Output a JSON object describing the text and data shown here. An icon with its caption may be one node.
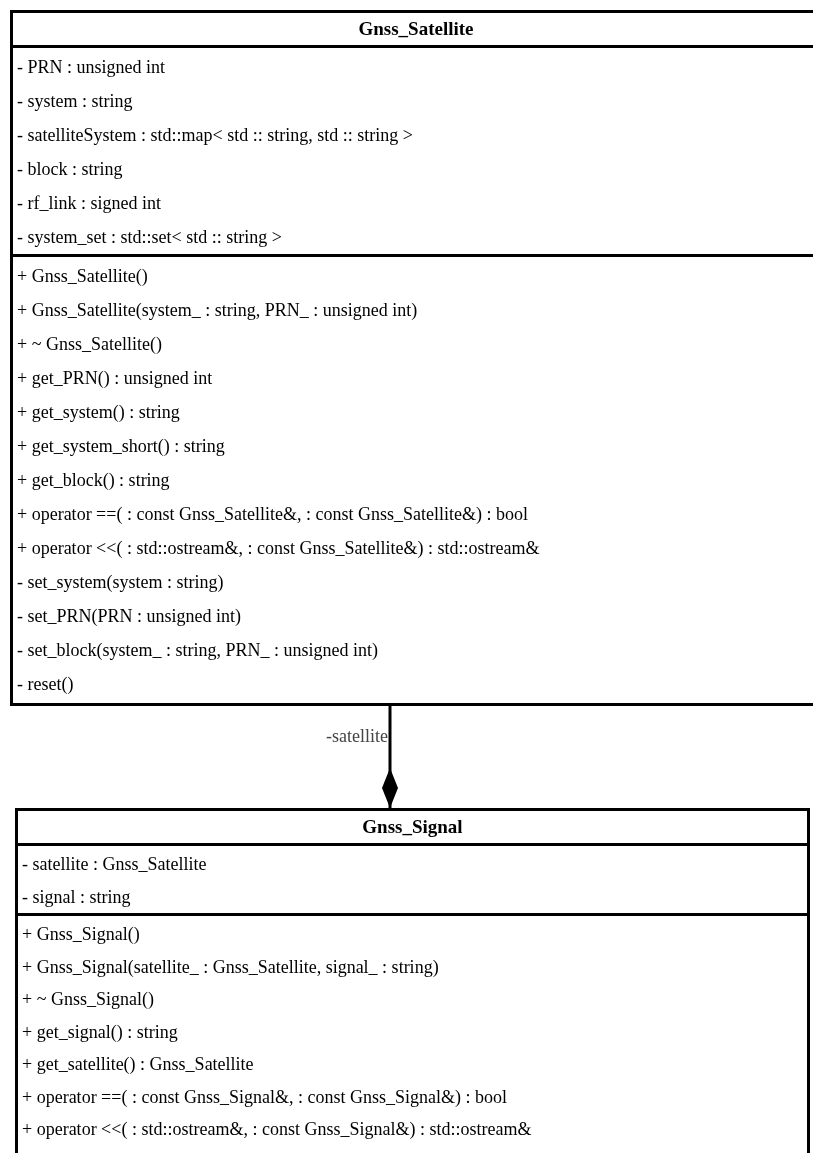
{
  "diagram": {
    "nodes": [
      {
        "text": [
          "Gnss_Satellite"
        ]
      },
      {
        "text": [
          "- PRN : unsigned int",
          "- system : string",
          "- satelliteSystem : std::map< std :: string, std :: string >",
          "- block : string",
          "- rf_link : signed int",
          "- system_set : std::set< std :: string >"
        ],
        "in": 0
      },
      {
        "text": [
          "+ Gnss_Satellite()",
          "+ Gnss_Satellite(system_ : string, PRN_ : unsigned int)",
          "+ ~ Gnss_Satellite()",
          "+ get_PRN() : unsigned int",
          "+ get_system() : string",
          "+ get_system_short() : string",
          "+ get_block() : string",
          "+ operator ==( : const Gnss_Satellite&, : const Gnss_Satellite&) : bool",
          "+ operator <<( : std::ostream&, : const Gnss_Satellite&) : std::ostream&",
          "- set_system(system : string)",
          "- set_PRN(PRN : unsigned int)",
          "- set_block(system_ : string, PRN_ : unsigned int)",
          "- reset()"
        ],
        "in": 0
      },
      {
        "text": [
          "Gnss_Signal"
        ]
      },
      {
        "text": [
          "- satellite : Gnss_Satellite",
          "- signal : string"
        ],
        "in": 3
      },
      {
        "text": [
          "+ Gnss_Signal()",
          "+ Gnss_Signal(satellite_ : Gnss_Satellite, signal_ : string)",
          "+ ~ Gnss_Signal()",
          "+ get_signal() : string",
          "+ get_satellite() : Gnss_Satellite",
          "+ operator ==( : const Gnss_Signal&, : const Gnss_Signal&) : bool",
          "+ operator <<( : std::ostream&, : const Gnss_Signal&) : std::ostream&"
        ],
        "in": 3
      }
    ],
    "edges": [
      {
        "from": 0,
        "to": 3,
        "arrow": "other",
        "label": "-satellite"
      }
    ]
  }
}
